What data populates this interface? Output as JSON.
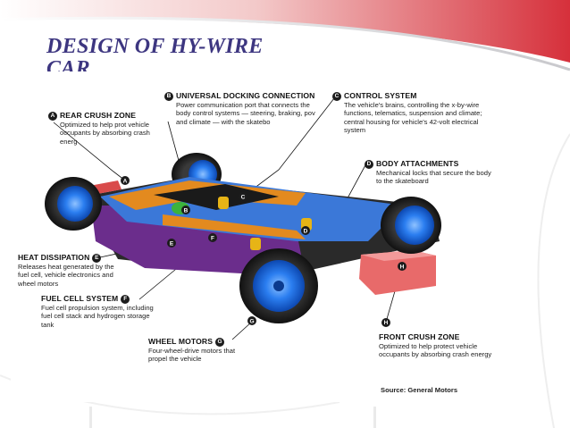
{
  "slide": {
    "title_line1": "DESIGN OF HY-WIRE",
    "title_line2": "CAR"
  },
  "colors": {
    "title": "#3d3680",
    "wheel_hub": "#1f6fe0",
    "chassis_blue": "#3b78d8",
    "chassis_orange": "#e38a1f",
    "chassis_purple": "#6b2d8c",
    "front_zone": "#e86a6a"
  },
  "diagram": {
    "callouts": [
      {
        "id": "A",
        "title": "REAR CRUSH ZONE",
        "desc": "Optimized to help prot vehicle occupants by absorbing crash energ"
      },
      {
        "id": "B",
        "title": "UNIVERSAL DOCKING CONNECTION",
        "desc": "Power communication port that connects the body control systems — steering, braking, pov and climate — with the skatebo"
      },
      {
        "id": "C",
        "title": "CONTROL SYSTEM",
        "desc": "The vehicle's brains, controlling the x-by-wire functions, telematics, suspension and climate; central housing for vehicle's 42-volt electrical system"
      },
      {
        "id": "D",
        "title": "BODY ATTACHMENTS",
        "desc": "Mechanical locks that secure the body to the skateboard"
      },
      {
        "id": "E",
        "title": "HEAT DISSIPATION",
        "desc": "Releases heat generated by the fuel cell, vehicle electronics and wheel motors"
      },
      {
        "id": "F",
        "title": "FUEL CELL SYSTEM",
        "desc": "Fuel cell propulsion system, including fuel cell stack and hydrogen storage tank"
      },
      {
        "id": "G",
        "title": "WHEEL MOTORS",
        "desc": "Four-wheel-drive motors that propel the vehicle"
      },
      {
        "id": "H",
        "title": "FRONT CRUSH ZONE",
        "desc": "Optimized to help protect vehicle occupants by absorbing crash energy"
      }
    ],
    "source": "Source: General Motors"
  }
}
